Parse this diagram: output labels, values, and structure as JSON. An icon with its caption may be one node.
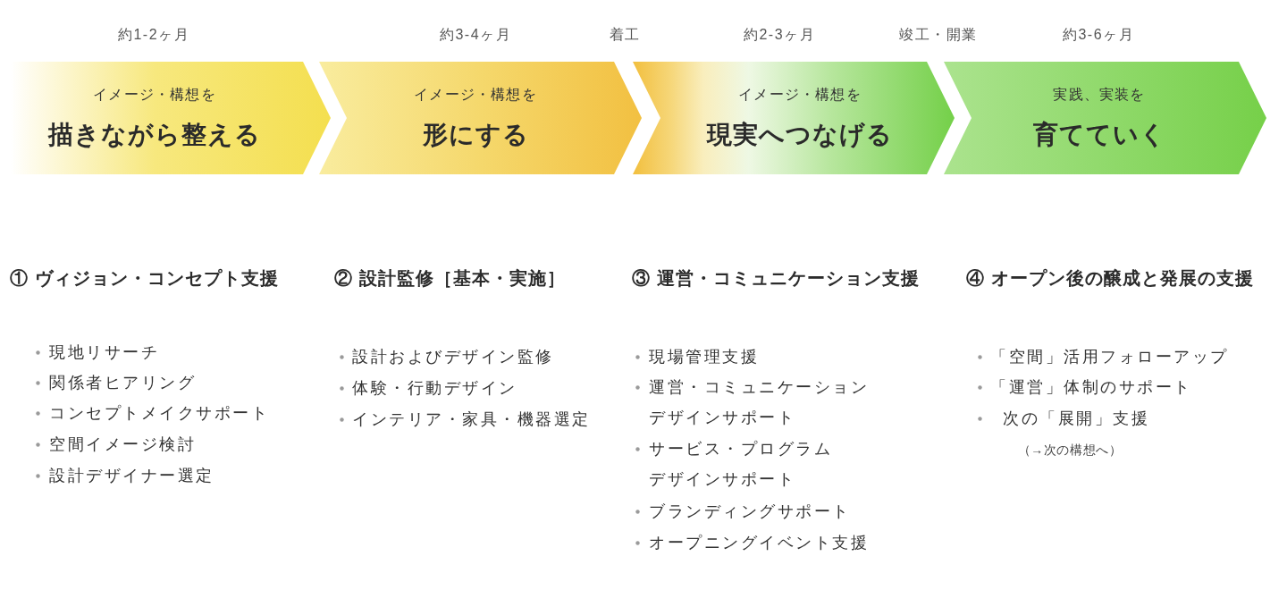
{
  "diagram": {
    "nodes": [
      {
        "text": [
          "イメージ・構想を",
          "描きながら整える"
        ],
        "beside": [
          "約1-2ヶ月"
        ]
      },
      {
        "text": [
          "イメージ・構想を",
          "形にする"
        ],
        "beside": [
          "約3-4ヶ月"
        ]
      },
      {
        "text": [
          "イメージ・構想を",
          "現実へつなげる"
        ],
        "beside": [
          "約2-3ヶ月"
        ]
      },
      {
        "text": [
          "実践、実装を",
          "育てていく"
        ],
        "beside": [
          "約3-6ヶ月"
        ]
      }
    ],
    "labels": [
      "着工",
      "竣工・開業",
      "① ヴィジョン・コンセプト支援",
      "現地リサーチ",
      "関係者ヒアリング",
      "コンセプトメイクサポート",
      "空間イメージ検討",
      "設計デザイナー選定",
      "② 設計監修［基本・実施］",
      "設計およびデザイン監修",
      "体験・行動デザイン",
      "インテリア・家具・機器選定",
      "③ 運営・コミュニケーション支援",
      "現場管理支援",
      "運営・コミュニケーションデザインサポート",
      "サービス・プログラムデザインサポート",
      "ブランディングサポート",
      "オープニングイベント支援",
      "④ オープン後の醸成と発展の支援",
      "「空間」活用フォローアップ",
      "「運営」体制のサポート",
      "次の「展開」支援",
      "（→次の構想へ）"
    ]
  }
}
